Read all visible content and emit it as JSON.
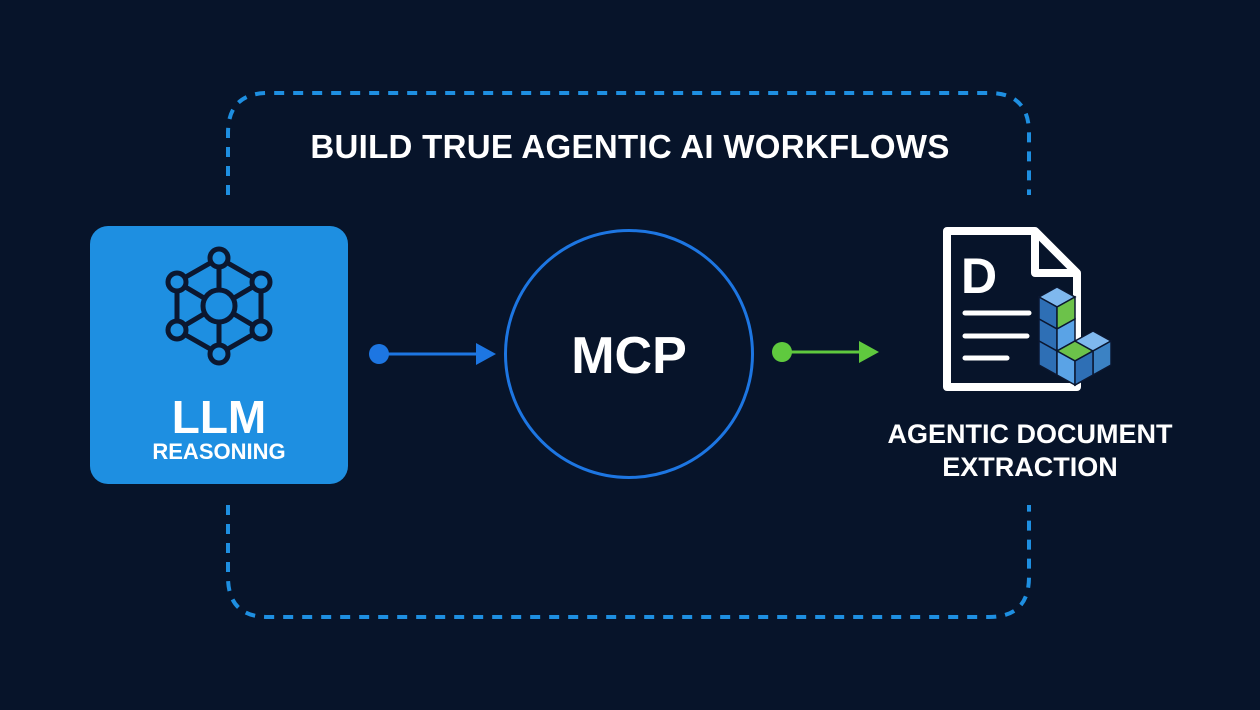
{
  "title": "BUILD TRUE AGENTIC AI WORKFLOWS",
  "nodes": {
    "llm": {
      "label": "LLM",
      "sublabel": "REASONING",
      "icon": "neural-network-icon"
    },
    "mcp": {
      "label": "MCP"
    },
    "document": {
      "label_line1": "AGENTIC DOCUMENT",
      "label_line2": "EXTRACTION",
      "icon": "document-with-blocks-icon",
      "icon_letter": "D"
    }
  },
  "edges": [
    {
      "from": "llm",
      "to": "mcp",
      "color": "#1d76e2"
    },
    {
      "from": "mcp",
      "to": "document",
      "color": "#5fc93e"
    }
  ],
  "colors": {
    "background": "#07142a",
    "frame_dashed": "#1e8fe1",
    "llm_card": "#1e8fe1",
    "mcp_ring": "#1d76e2",
    "arrow_green": "#5fc93e",
    "text": "#ffffff"
  }
}
